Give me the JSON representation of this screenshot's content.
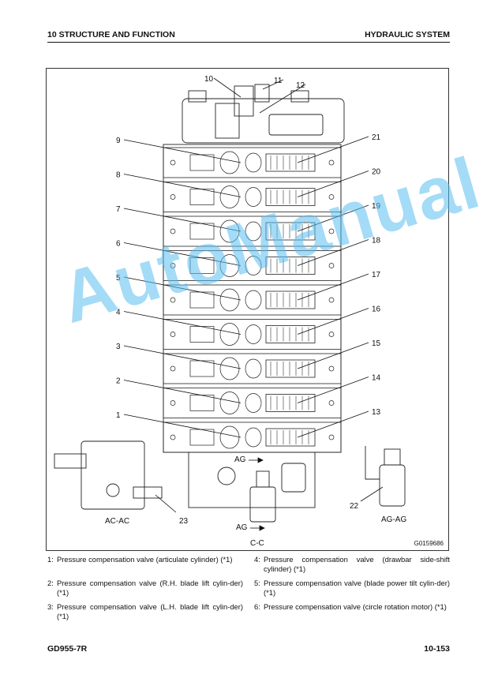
{
  "header": {
    "left": "10 STRUCTURE AND FUNCTION",
    "right": "HYDRAULIC SYSTEM"
  },
  "figure": {
    "id": "G0159686",
    "sections": {
      "ac": "AC-AC",
      "ag": "AG-AG",
      "cc": "C-C",
      "ag_top": "AG",
      "ag_bottom": "AG"
    },
    "callouts_left": [
      "9",
      "8",
      "7",
      "6",
      "5",
      "4",
      "3",
      "2",
      "1"
    ],
    "callouts_right": [
      "21",
      "20",
      "19",
      "18",
      "17",
      "16",
      "15",
      "14",
      "13"
    ],
    "callouts_top": [
      "10",
      "11",
      "12"
    ],
    "callout_22": "22",
    "callout_23": "23"
  },
  "watermark": "AutoManual",
  "legend": [
    {
      "num": "1:",
      "text": "Pressure compensation valve (articulate cylinder) (*1)"
    },
    {
      "num": "4:",
      "text": "Pressure compensation valve (drawbar side-shift cylinder) (*1)"
    },
    {
      "num": "2:",
      "text": "Pressure compensation valve (R.H. blade lift cylin-der) (*1)"
    },
    {
      "num": "5:",
      "text": "Pressure compensation valve (blade power tilt cylin-der) (*1)"
    },
    {
      "num": "3:",
      "text": "Pressure compensation valve (L.H. blade lift cylin-der) (*1)"
    },
    {
      "num": "6:",
      "text": "Pressure compensation valve (circle rotation motor) (*1)"
    }
  ],
  "footer": {
    "left": "GD955-7R",
    "right": "10-153"
  }
}
